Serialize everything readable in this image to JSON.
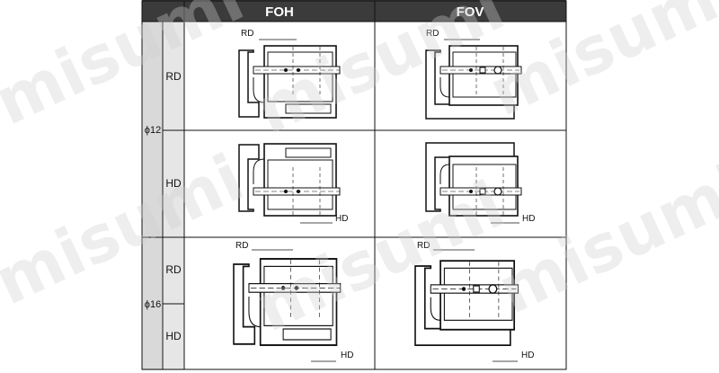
{
  "header": {
    "col1": "FOH",
    "col2": "FOV"
  },
  "rows": {
    "phi12": "ϕ12",
    "phi16": "ϕ16",
    "rd": "RD",
    "hd": "HD"
  },
  "dims": {
    "rd": "RD",
    "hd": "HD"
  },
  "watermark": "misumi",
  "colors": {
    "header_bg": "#3b3b3b",
    "label_col_bg": "#d9d9d9",
    "line": "#111111"
  }
}
